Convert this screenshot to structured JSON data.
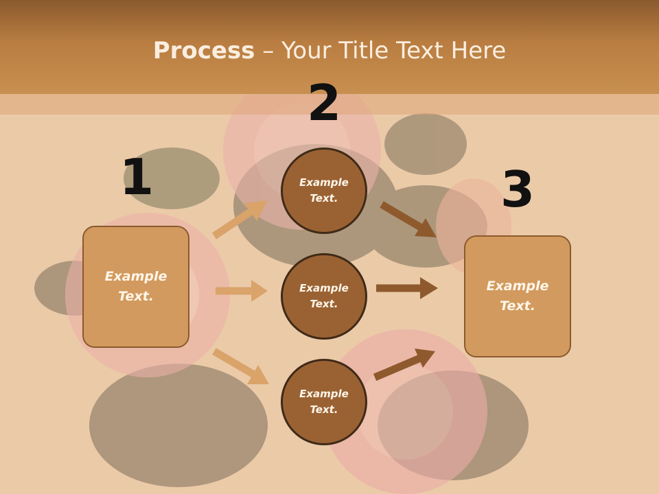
{
  "title": {
    "bold": "Process",
    "rest": " – Your Title Text Here"
  },
  "steps": [
    {
      "number": "1",
      "text": "Example Text."
    },
    {
      "number": "2",
      "items": [
        "Example Text.",
        "Example Text.",
        "Example Text."
      ]
    },
    {
      "number": "3",
      "text": "Example Text."
    }
  ],
  "colors": {
    "header": "#b97d41",
    "box_fill": "#d29a5e",
    "circle_fill": "#9a6233",
    "arrow_light": "#d9a36a",
    "arrow_dark": "#8e5a2d"
  }
}
